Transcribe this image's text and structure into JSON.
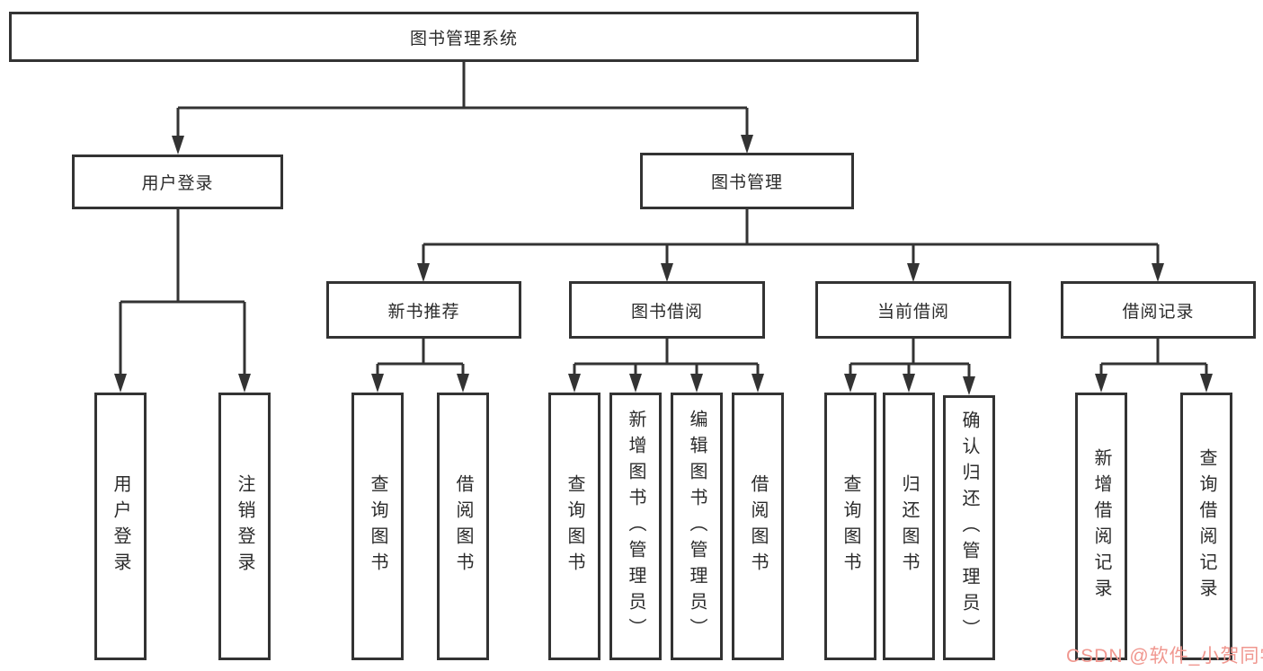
{
  "colors": {
    "line": "#333333",
    "box_border": "#333333",
    "box_bg": "#ffffff",
    "text": "#2b2b2b",
    "background": "#ffffff",
    "watermark": "#f0978f"
  },
  "nodes": {
    "root": {
      "label": "图书管理系统"
    },
    "user_login": {
      "label": "用户登录"
    },
    "book_mgmt": {
      "label": "图书管理"
    },
    "new_rec": {
      "label": "新书推荐"
    },
    "book_borrow": {
      "label": "图书借阅"
    },
    "current_borrow": {
      "label": "当前借阅"
    },
    "borrow_records": {
      "label": "借阅记录"
    },
    "leaf_user_login": {
      "label": "用户登录"
    },
    "leaf_logout": {
      "label": "注销登录"
    },
    "leaf_nr_query": {
      "label": "查询图书"
    },
    "leaf_nr_borrow": {
      "label": "借阅图书"
    },
    "leaf_bb_query": {
      "label": "查询图书"
    },
    "leaf_bb_add": {
      "label": "新增图书（管理员）"
    },
    "leaf_bb_edit": {
      "label": "编辑图书（管理员）"
    },
    "leaf_bb_borrow": {
      "label": "借阅图书"
    },
    "leaf_cb_query": {
      "label": "查询图书"
    },
    "leaf_cb_return": {
      "label": "归还图书"
    },
    "leaf_cb_confirm": {
      "label": "确认归还（管理员）"
    },
    "leaf_br_add": {
      "label": "新增借阅记录"
    },
    "leaf_br_query": {
      "label": "查询借阅记录"
    }
  },
  "edges": [
    {
      "from": "root",
      "to": [
        "user_login",
        "book_mgmt"
      ]
    },
    {
      "from": "user_login",
      "to": [
        "leaf_user_login",
        "leaf_logout"
      ]
    },
    {
      "from": "book_mgmt",
      "to": [
        "new_rec",
        "book_borrow",
        "current_borrow",
        "borrow_records"
      ]
    },
    {
      "from": "new_rec",
      "to": [
        "leaf_nr_query",
        "leaf_nr_borrow"
      ]
    },
    {
      "from": "book_borrow",
      "to": [
        "leaf_bb_query",
        "leaf_bb_add",
        "leaf_bb_edit",
        "leaf_bb_borrow"
      ]
    },
    {
      "from": "current_borrow",
      "to": [
        "leaf_cb_query",
        "leaf_cb_return",
        "leaf_cb_confirm"
      ]
    },
    {
      "from": "borrow_records",
      "to": [
        "leaf_br_add",
        "leaf_br_query"
      ]
    }
  ],
  "watermark": {
    "text": "CSDN @软件_小贺同学"
  }
}
